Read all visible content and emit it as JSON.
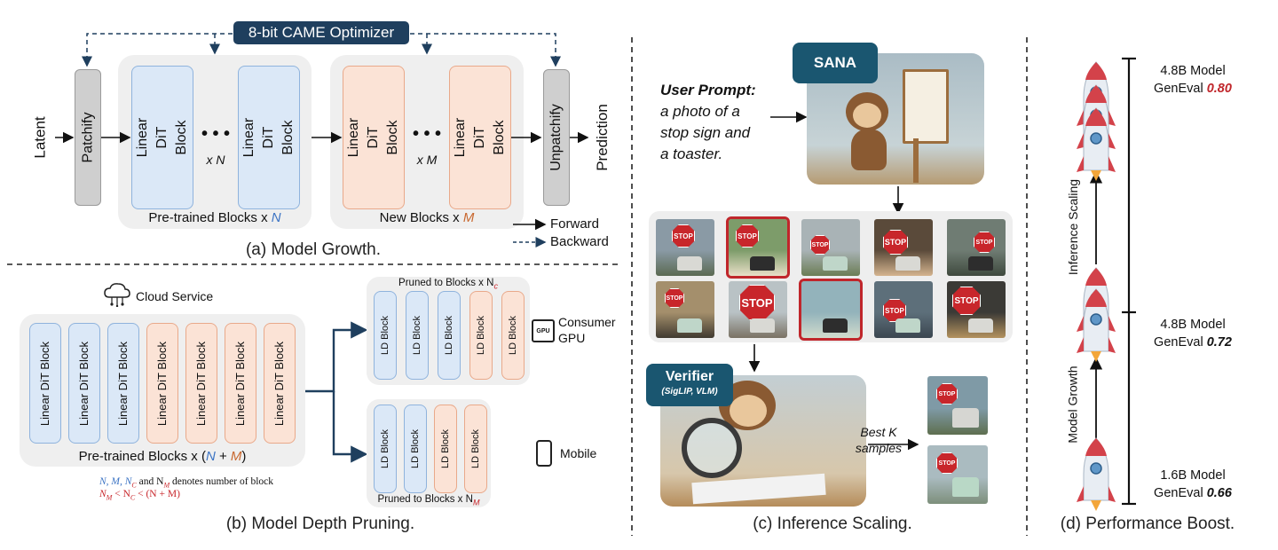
{
  "colors": {
    "blue_block": "#dbe8f7",
    "orange_block": "#fbe3d6",
    "navy": "#1f3f5e",
    "teal_label": "#155a73",
    "red_highlight": "#c0262b",
    "n_blue": "#3c74c4",
    "m_orange": "#c8672e"
  },
  "panel_a": {
    "optimizer": "8-bit CAME Optimizer",
    "latent": "Latent",
    "patchify": "Patchify",
    "unpatchify": "Unpatchify",
    "prediction": "Prediction",
    "block_label": "Linear DiT Block",
    "dots": "• • •",
    "times_n": "x N",
    "times_m": "x M",
    "pretrained_label": "Pre-trained Blocks x",
    "pretrained_var": "N",
    "new_label": "New Blocks x",
    "new_var": "M",
    "forward": "Forward",
    "backward": "Backward",
    "caption": "(a) Model Growth."
  },
  "panel_b": {
    "cloud": "Cloud Service",
    "block_label": "Linear DiT Block",
    "pretrained_label": "Pre-trained Blocks x (",
    "pretrained_n": "N",
    "pretrained_plus": " + ",
    "pretrained_m": "M",
    "pretrained_close": ")",
    "pruned_top": "Pruned to Blocks x N",
    "pruned_top_sub": "c",
    "pruned_bottom": "Pruned to Blocks x N",
    "pruned_bottom_sub": "M",
    "ld_block": "LD Block",
    "consumer_gpu": "Consumer GPU",
    "gpu_chip": "GPU",
    "mobile": "Mobile",
    "note1": "N, M, N",
    "note1_c": "C",
    "note1_mid": " and N",
    "note1_m": "M",
    "note1_end": " denotes number of block",
    "note2": "N",
    "note2_m": "M",
    "note2_mid": " < N",
    "note2_c": "C",
    "note2_end": " < (N + M)",
    "caption": "(b) Model Depth Pruning."
  },
  "panel_c": {
    "sana": "SANA",
    "prompt_bold": "User Prompt",
    "prompt_colon": ":",
    "prompt_lines": [
      "a photo of a",
      "stop sign and",
      "a toaster."
    ],
    "verifier": "Verifier",
    "verifier_sub": "(SigLIP, VLM)",
    "best_k_1": "Best K",
    "best_k_2": "samples",
    "stop_text": "STOP",
    "caption": "(c) Inference Scaling."
  },
  "panel_d": {
    "top_model": "4.8B Model",
    "top_geneval": "GenEval",
    "top_score": "0.80",
    "mid_model": "4.8B Model",
    "mid_geneval": "GenEval",
    "mid_score": "0.72",
    "bottom_model": "1.6B Model",
    "bottom_geneval": "GenEval",
    "bottom_score": "0.66",
    "inference_scaling": "Inference Scaling",
    "model_growth": "Model Growth",
    "caption": "(d) Performance Boost."
  }
}
